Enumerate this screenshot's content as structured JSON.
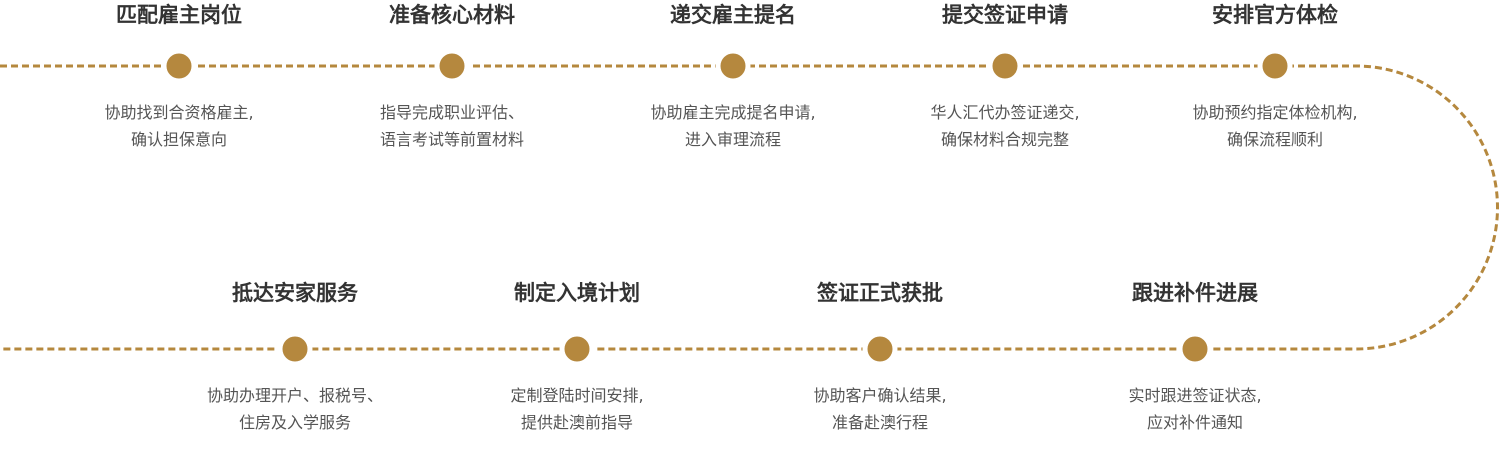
{
  "colors": {
    "accent": "#b5883e",
    "title": "#333333",
    "text": "#555555"
  },
  "steps": [
    {
      "title": "匹配雇主岗位",
      "line1": "协助找到合资格雇主,",
      "line2": "确认担保意向"
    },
    {
      "title": "准备核心材料",
      "line1": "指导完成职业评估、",
      "line2": "语言考试等前置材料"
    },
    {
      "title": "递交雇主提名",
      "line1": "协助雇主完成提名申请,",
      "line2": "进入审理流程"
    },
    {
      "title": "提交签证申请",
      "line1": "华人汇代办签证递交,",
      "line2": "确保材料合规完整"
    },
    {
      "title": "安排官方体检",
      "line1": "协助预约指定体检机构,",
      "line2": "确保流程顺利"
    },
    {
      "title": "跟进补件进展",
      "line1": "实时跟进签证状态,",
      "line2": "应对补件通知"
    },
    {
      "title": "签证正式获批",
      "line1": "协助客户确认结果,",
      "line2": "准备赴澳行程"
    },
    {
      "title": "制定入境计划",
      "line1": "定制登陆时间安排,",
      "line2": "提供赴澳前指导"
    },
    {
      "title": "抵达安家服务",
      "line1": "协助办理开户、报税号、",
      "line2": "住房及入学服务"
    }
  ]
}
